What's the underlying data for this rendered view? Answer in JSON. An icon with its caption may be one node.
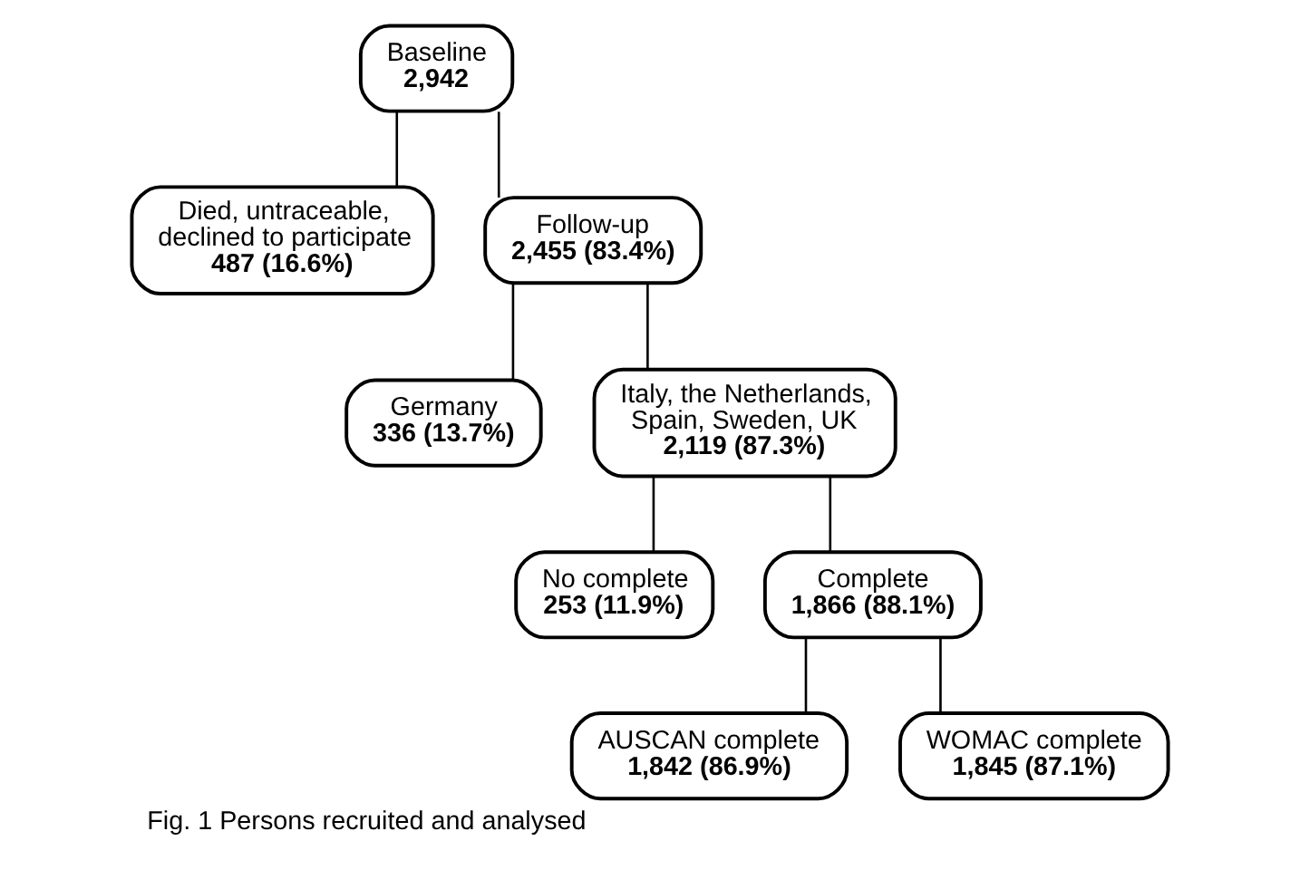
{
  "diagram": {
    "caption": "Fig. 1 Persons recruited and analysed",
    "nodes": [
      {
        "text": [
          "Baseline",
          "2,942"
        ]
      },
      {
        "text": [
          "Died, untraceable, declined to participate",
          "487 (16.6%)"
        ]
      },
      {
        "text": [
          "Follow-up",
          "2,455 (83.4%)"
        ]
      },
      {
        "text": [
          "Germany",
          "336 (13.7%)"
        ]
      },
      {
        "text": [
          "Italy, the Netherlands, Spain, Sweden, UK",
          "2,119 (87.3%)"
        ]
      },
      {
        "text": [
          "No complete",
          "253 (11.9%)"
        ]
      },
      {
        "text": [
          "Complete",
          "1,866 (88.1%)"
        ]
      },
      {
        "text": [
          "AUSCAN complete",
          "1,842 (86.9%)"
        ]
      },
      {
        "text": [
          "WOMAC complete",
          "1,845 (87.1%)"
        ]
      }
    ],
    "edges": [
      {
        "from": 0,
        "to": 1,
        "arrow": "none"
      },
      {
        "from": 0,
        "to": 2,
        "arrow": "none"
      },
      {
        "from": 2,
        "to": 3,
        "arrow": "none"
      },
      {
        "from": 2,
        "to": 4,
        "arrow": "none"
      },
      {
        "from": 4,
        "to": 5,
        "arrow": "none"
      },
      {
        "from": 4,
        "to": 6,
        "arrow": "none"
      },
      {
        "from": 6,
        "to": 7,
        "arrow": "none"
      },
      {
        "from": 6,
        "to": 8,
        "arrow": "none"
      }
    ]
  }
}
